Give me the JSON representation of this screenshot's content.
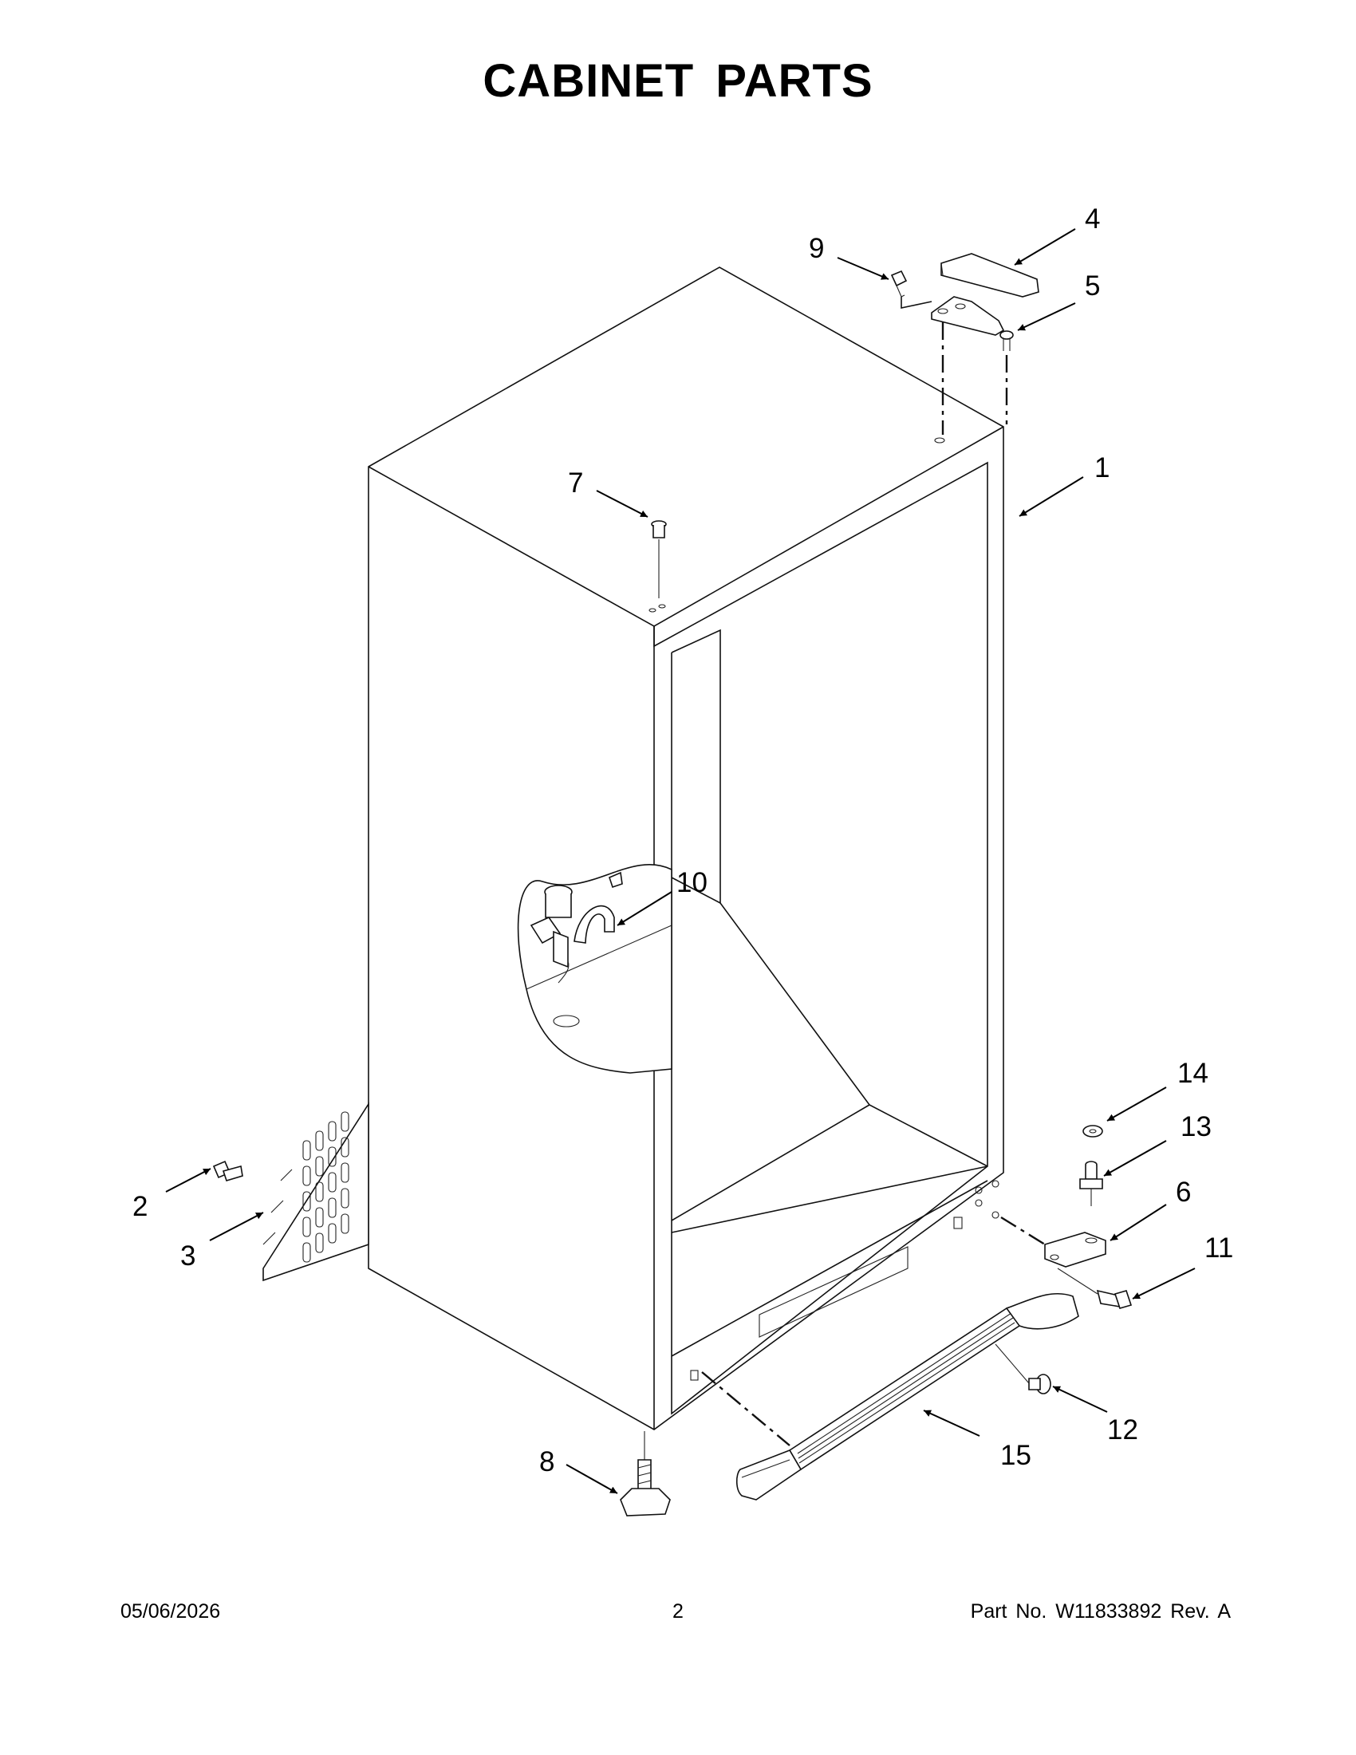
{
  "page": {
    "title": "CABINET PARTS"
  },
  "callouts": [
    {
      "id": "c1",
      "label": "1"
    },
    {
      "id": "c2",
      "label": "2"
    },
    {
      "id": "c3",
      "label": "3"
    },
    {
      "id": "c4",
      "label": "4"
    },
    {
      "id": "c5",
      "label": "5"
    },
    {
      "id": "c6",
      "label": "6"
    },
    {
      "id": "c7",
      "label": "7"
    },
    {
      "id": "c8",
      "label": "8"
    },
    {
      "id": "c9",
      "label": "9"
    },
    {
      "id": "c10",
      "label": "10"
    },
    {
      "id": "c11",
      "label": "11"
    },
    {
      "id": "c12",
      "label": "12"
    },
    {
      "id": "c13",
      "label": "13"
    },
    {
      "id": "c14",
      "label": "14"
    },
    {
      "id": "c15",
      "label": "15"
    }
  ],
  "footer": {
    "date": "05/06/2026",
    "page_number": "2",
    "part_number": "Part No.  W11833892  Rev.  A"
  }
}
